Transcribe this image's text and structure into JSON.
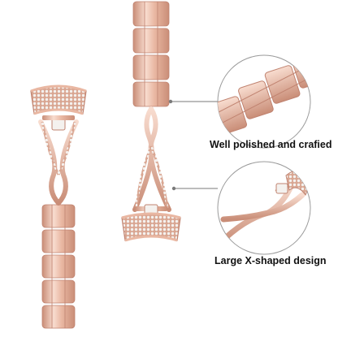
{
  "callouts": [
    {
      "caption": "Well polished and crafied",
      "detail": "bracelet-links-closeup"
    },
    {
      "caption": "Large X-shaped design",
      "detail": "x-connector-closeup"
    }
  ],
  "colors": {
    "rose_gold": "#e9b7a2",
    "rose_gold_dark": "#c98d77",
    "rose_gold_light": "#f8dccf",
    "rhinestone": "#f4f1ee",
    "leader_line": "#7a7a7a",
    "circle_border": "#9a9a9a"
  }
}
